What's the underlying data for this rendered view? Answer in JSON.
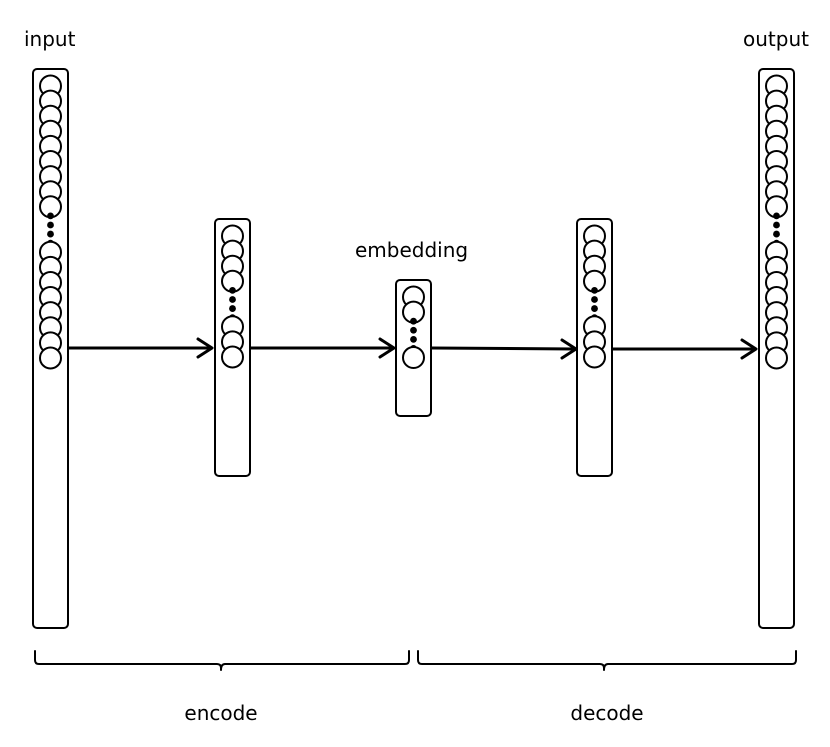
{
  "labels": {
    "input": "input",
    "output": "output",
    "embedding": "embedding",
    "encode": "encode",
    "decode": "decode"
  },
  "layers": [
    {
      "name": "input",
      "neurons_before_dots": 9,
      "neurons_after_dots": 8
    },
    {
      "name": "hidden-encoder",
      "neurons_before_dots": 4,
      "neurons_after_dots": 3
    },
    {
      "name": "embedding",
      "neurons_before_dots": 2,
      "neurons_after_dots": 1
    },
    {
      "name": "hidden-decoder",
      "neurons_before_dots": 4,
      "neurons_after_dots": 3
    },
    {
      "name": "output",
      "neurons_before_dots": 9,
      "neurons_after_dots": 8
    }
  ],
  "colors": {
    "stroke": "#000000",
    "background": "#ffffff"
  }
}
